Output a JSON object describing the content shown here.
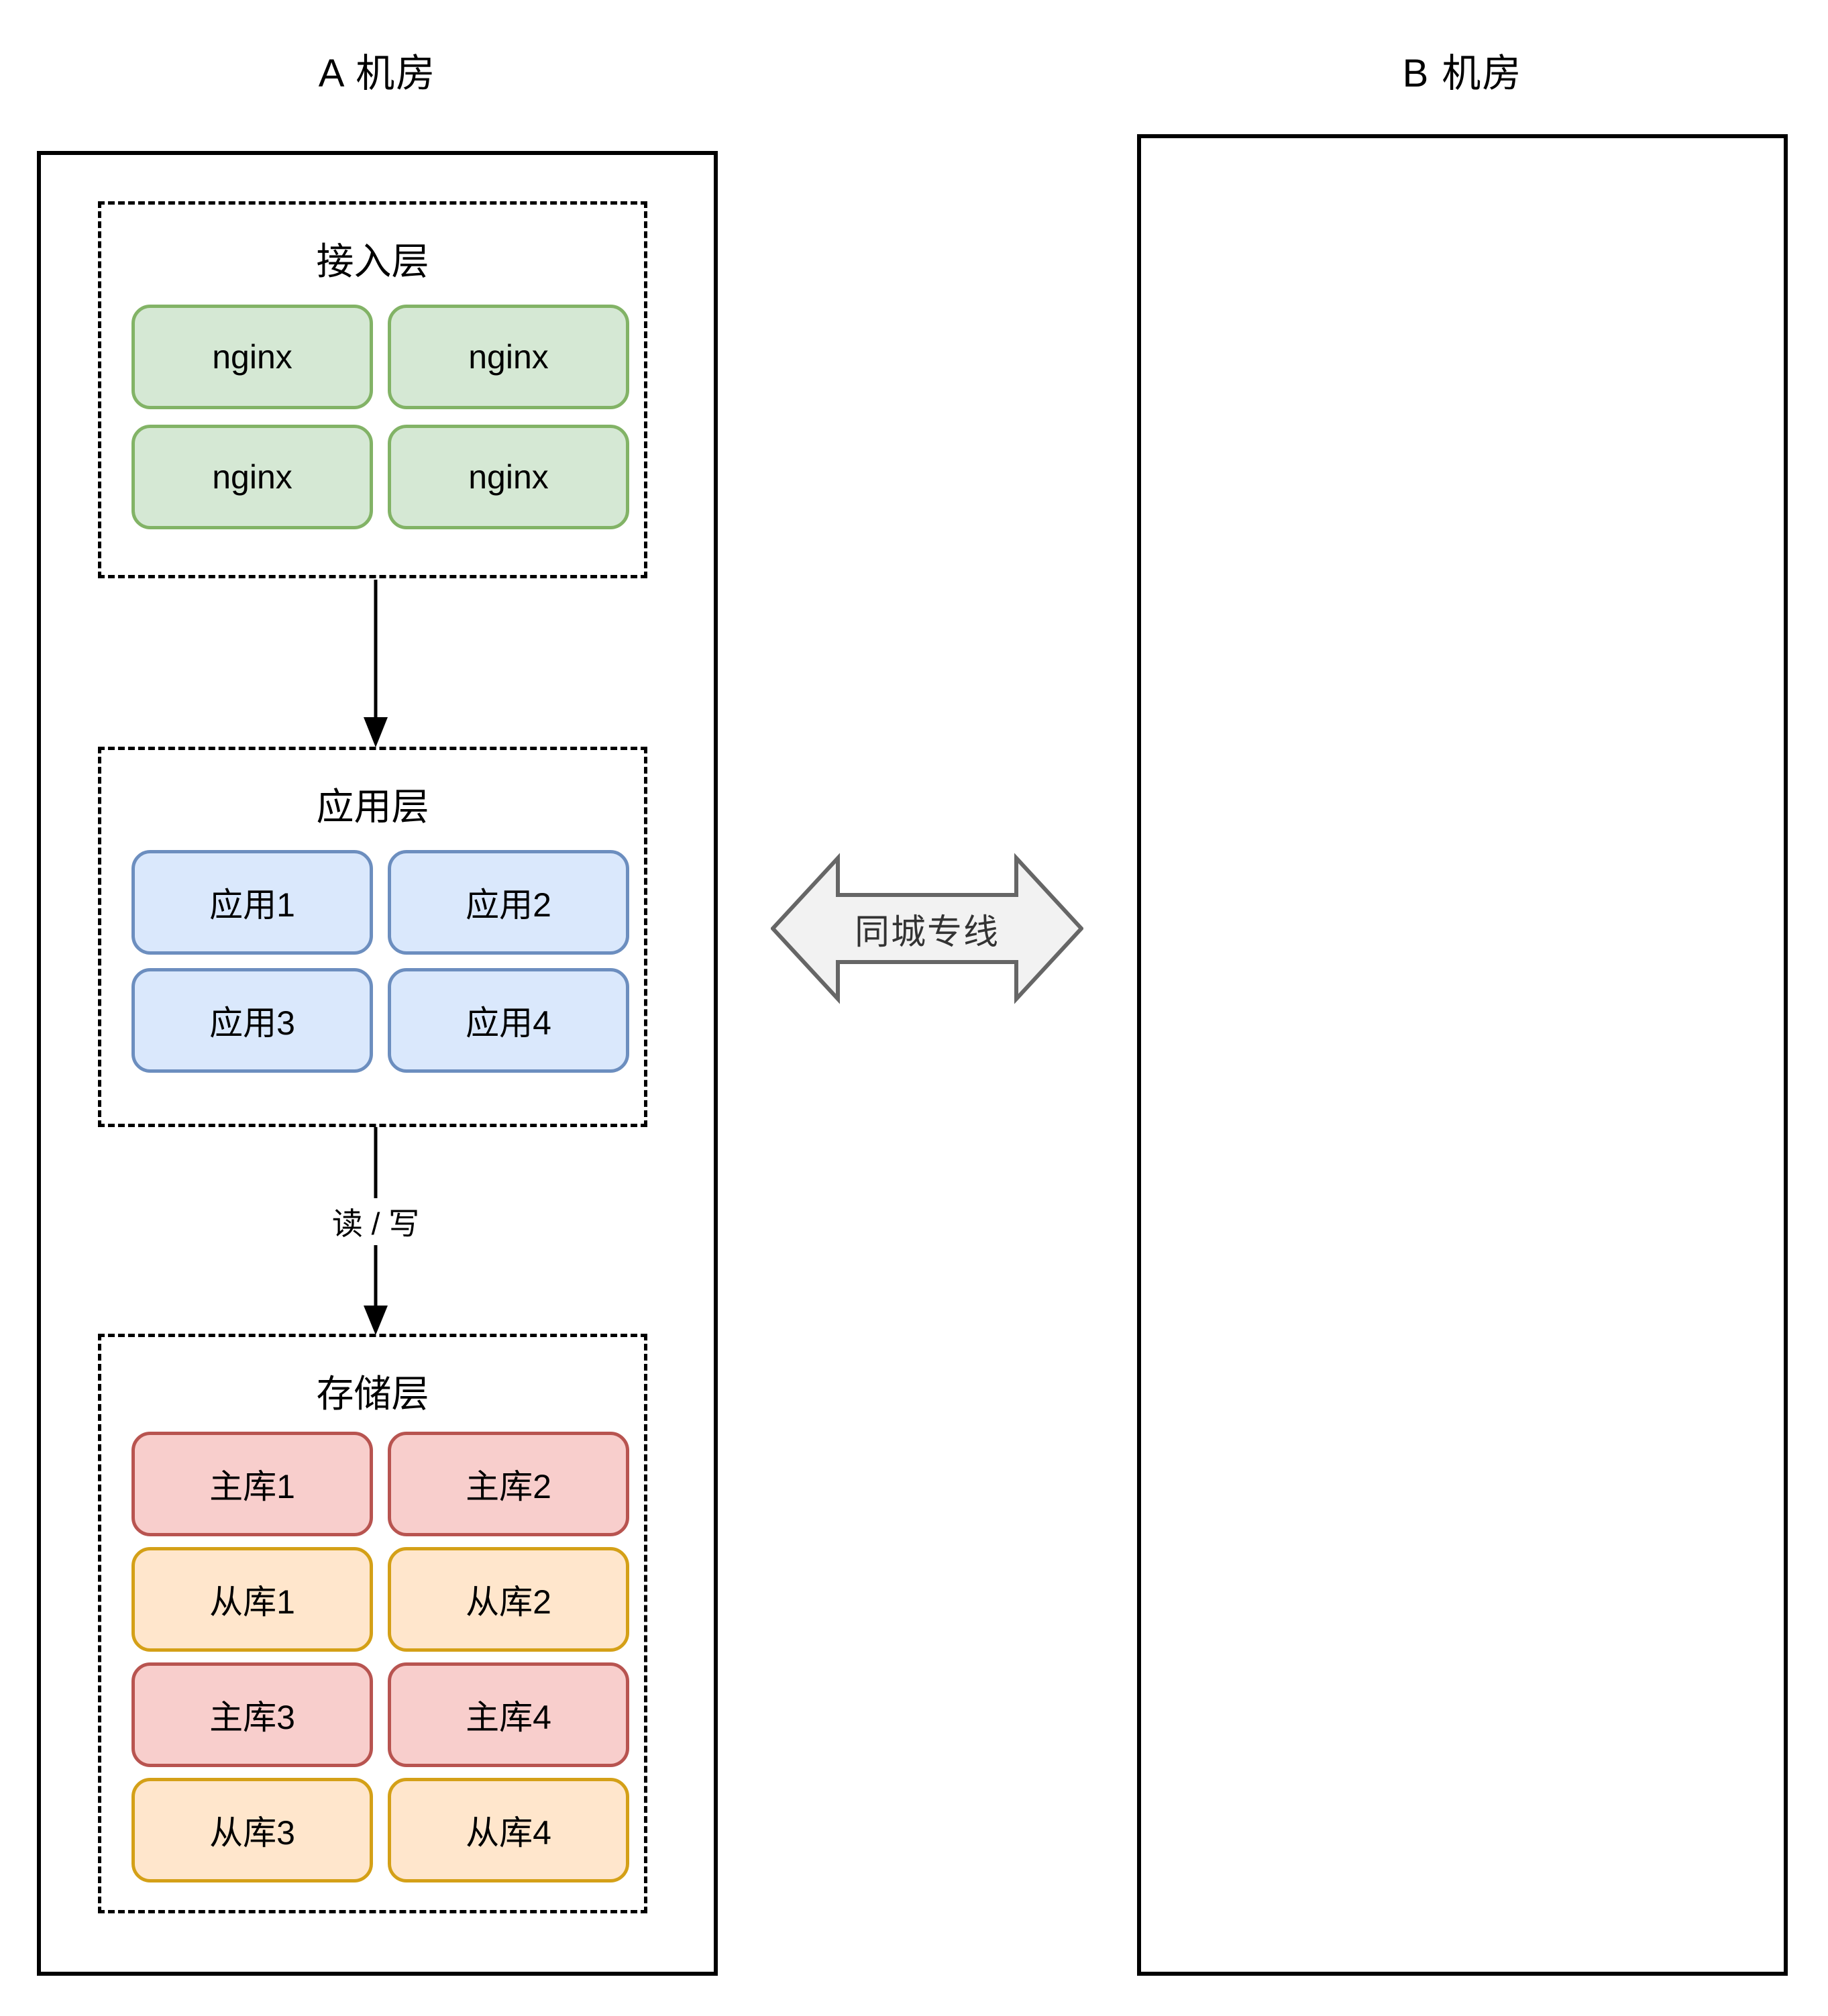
{
  "dc_a": {
    "title": "A 机房",
    "access": {
      "title": "接入层",
      "nodes": [
        {
          "label": "nginx"
        },
        {
          "label": "nginx"
        },
        {
          "label": "nginx"
        },
        {
          "label": "nginx"
        }
      ]
    },
    "app": {
      "title": "应用层",
      "nodes": [
        {
          "label": "应用1"
        },
        {
          "label": "应用2"
        },
        {
          "label": "应用3"
        },
        {
          "label": "应用4"
        }
      ]
    },
    "flow": {
      "rw_label": "读 / 写"
    },
    "storage": {
      "title": "存储层",
      "nodes": [
        {
          "label": "主库1",
          "kind": "master"
        },
        {
          "label": "主库2",
          "kind": "master"
        },
        {
          "label": "从库1",
          "kind": "slave"
        },
        {
          "label": "从库2",
          "kind": "slave"
        },
        {
          "label": "主库3",
          "kind": "master"
        },
        {
          "label": "主库4",
          "kind": "master"
        },
        {
          "label": "从库3",
          "kind": "slave"
        },
        {
          "label": "从库4",
          "kind": "slave"
        }
      ]
    }
  },
  "dc_b": {
    "title": "B 机房"
  },
  "link": {
    "label": "同城专线"
  },
  "colors": {
    "nginx_fill": "#d5e8d4",
    "nginx_border": "#82b366",
    "app_fill": "#dae8fc",
    "app_border": "#6c8ebf",
    "master_fill": "#f8cecc",
    "master_border": "#b85450",
    "slave_fill": "#ffe6cc",
    "slave_border": "#d4a017",
    "link_fill": "#f2f2f2",
    "link_border": "#666666"
  }
}
